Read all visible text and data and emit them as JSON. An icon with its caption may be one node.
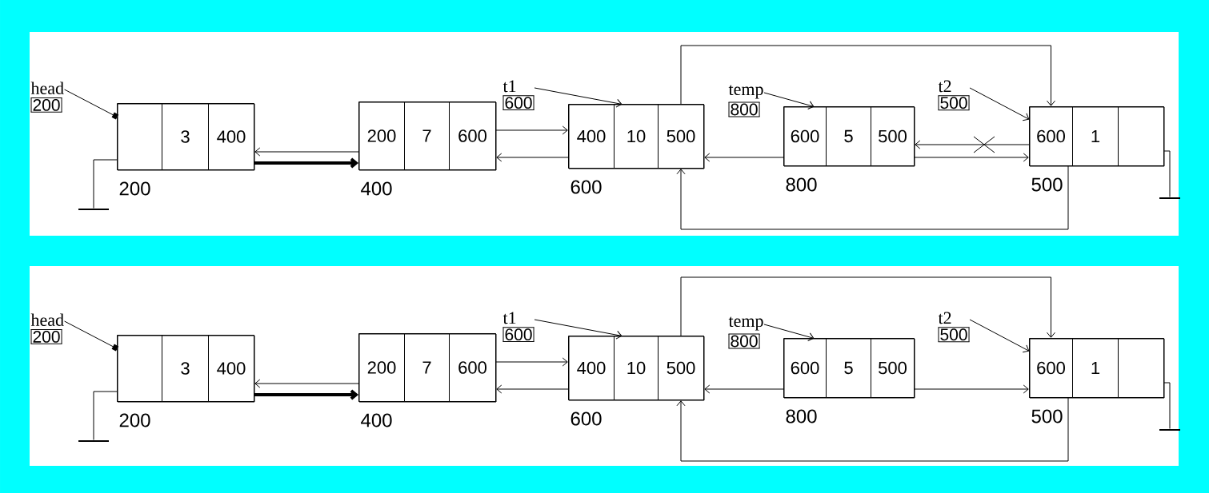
{
  "diagram": {
    "nodes": [
      {
        "text": [
          "head",
          "200"
        ]
      },
      {
        "text": [],
        "shape": "bar"
      },
      {
        "text": [],
        "shape": "box",
        "beside": [
          "200"
        ]
      },
      {
        "text": [],
        "shape": "box",
        "in": 2
      },
      {
        "text": [
          "3"
        ],
        "in": 2
      },
      {
        "text": [
          "400"
        ],
        "in": 2
      },
      {
        "text": [],
        "shape": "box",
        "beside": [
          "400"
        ]
      },
      {
        "text": [
          "200"
        ],
        "in": 6
      },
      {
        "text": [
          "7"
        ],
        "in": 6
      },
      {
        "text": [
          "600"
        ],
        "in": 6
      },
      {
        "text": [
          "t1",
          "600"
        ]
      },
      {
        "text": [],
        "shape": "box",
        "beside": [
          "600"
        ]
      },
      {
        "text": [
          "400"
        ],
        "in": 11
      },
      {
        "text": [
          "10"
        ],
        "in": 11
      },
      {
        "text": [
          "500"
        ],
        "in": 11
      },
      {
        "text": [
          "temp",
          "800"
        ]
      },
      {
        "text": [],
        "shape": "box",
        "beside": [
          "800"
        ]
      },
      {
        "text": [
          "600"
        ],
        "in": 16
      },
      {
        "text": [
          "5"
        ],
        "in": 16
      },
      {
        "text": [
          "500"
        ],
        "in": 16
      },
      {
        "text": [
          "t2",
          "500"
        ]
      },
      {
        "text": [],
        "shape": "box",
        "beside": [
          "500"
        ]
      },
      {
        "text": [
          "600"
        ],
        "in": 21
      },
      {
        "text": [
          "1"
        ],
        "in": 21
      },
      {
        "text": [],
        "shape": "box",
        "in": 21
      },
      {
        "text": [],
        "shape": "bar"
      },
      {
        "text": [
          "head",
          "200"
        ]
      },
      {
        "text": [],
        "shape": "bar"
      },
      {
        "text": [],
        "shape": "box",
        "beside": [
          "200"
        ]
      },
      {
        "text": [],
        "shape": "box",
        "in": 28
      },
      {
        "text": [
          "3"
        ],
        "in": 28
      },
      {
        "text": [
          "400"
        ],
        "in": 28
      },
      {
        "text": [],
        "shape": "box",
        "beside": [
          "400"
        ]
      },
      {
        "text": [
          "200"
        ],
        "in": 32
      },
      {
        "text": [
          "7"
        ],
        "in": 32
      },
      {
        "text": [
          "600"
        ],
        "in": 32
      },
      {
        "text": [
          "t1",
          "600"
        ]
      },
      {
        "text": [],
        "shape": "box",
        "beside": [
          "600"
        ]
      },
      {
        "text": [
          "400"
        ],
        "in": 37
      },
      {
        "text": [
          "10"
        ],
        "in": 37
      },
      {
        "text": [
          "500"
        ],
        "in": 37
      },
      {
        "text": [
          "temp",
          "800"
        ]
      },
      {
        "text": [],
        "shape": "box",
        "beside": [
          "800"
        ]
      },
      {
        "text": [
          "600"
        ],
        "in": 42
      },
      {
        "text": [
          "5"
        ],
        "in": 42
      },
      {
        "text": [
          "500"
        ],
        "in": 42
      },
      {
        "text": [
          "t2",
          "500"
        ]
      },
      {
        "text": [],
        "shape": "box",
        "beside": [
          "500"
        ]
      },
      {
        "text": [
          "600"
        ],
        "in": 47
      },
      {
        "text": [
          "1"
        ],
        "in": 47
      },
      {
        "text": [],
        "shape": "box",
        "in": 47
      },
      {
        "text": [],
        "shape": "bar"
      }
    ],
    "edges": [
      {
        "from": 0,
        "to": 2,
        "arrow": "other"
      },
      {
        "from": 3,
        "to": 1,
        "arrow": "none"
      },
      {
        "from": 5,
        "to": 7,
        "arrow": "to",
        "style": "thick"
      },
      {
        "from": 7,
        "to": 5,
        "arrow": "to"
      },
      {
        "from": 9,
        "to": 12,
        "arrow": "to"
      },
      {
        "from": 12,
        "to": 9,
        "arrow": "to"
      },
      {
        "from": 10,
        "to": 11,
        "arrow": "to"
      },
      {
        "from": 14,
        "to": 22,
        "arrow": "to"
      },
      {
        "from": 22,
        "to": 14,
        "arrow": "to"
      },
      {
        "from": 15,
        "to": 16,
        "arrow": "to"
      },
      {
        "from": 17,
        "to": 14,
        "arrow": "to"
      },
      {
        "from": 22,
        "to": 19,
        "arrow": "to"
      },
      {
        "from": 19,
        "to": 22,
        "arrow": "to"
      },
      {
        "from": 20,
        "to": 21,
        "arrow": "to"
      },
      {
        "from": 24,
        "to": 25,
        "arrow": "none"
      },
      {
        "from": 26,
        "to": 28,
        "arrow": "other"
      },
      {
        "from": 29,
        "to": 27,
        "arrow": "none"
      },
      {
        "from": 31,
        "to": 33,
        "arrow": "to",
        "style": "thick"
      },
      {
        "from": 33,
        "to": 31,
        "arrow": "to"
      },
      {
        "from": 35,
        "to": 38,
        "arrow": "to"
      },
      {
        "from": 38,
        "to": 35,
        "arrow": "to"
      },
      {
        "from": 36,
        "to": 37,
        "arrow": "to"
      },
      {
        "from": 40,
        "to": 48,
        "arrow": "to"
      },
      {
        "from": 48,
        "to": 40,
        "arrow": "to"
      },
      {
        "from": 41,
        "to": 42,
        "arrow": "to"
      },
      {
        "from": 43,
        "to": 40,
        "arrow": "to"
      },
      {
        "from": 45,
        "to": 48,
        "arrow": "to"
      },
      {
        "from": 46,
        "to": 47,
        "arrow": "to"
      },
      {
        "from": 50,
        "to": 51,
        "arrow": "none"
      }
    ]
  }
}
